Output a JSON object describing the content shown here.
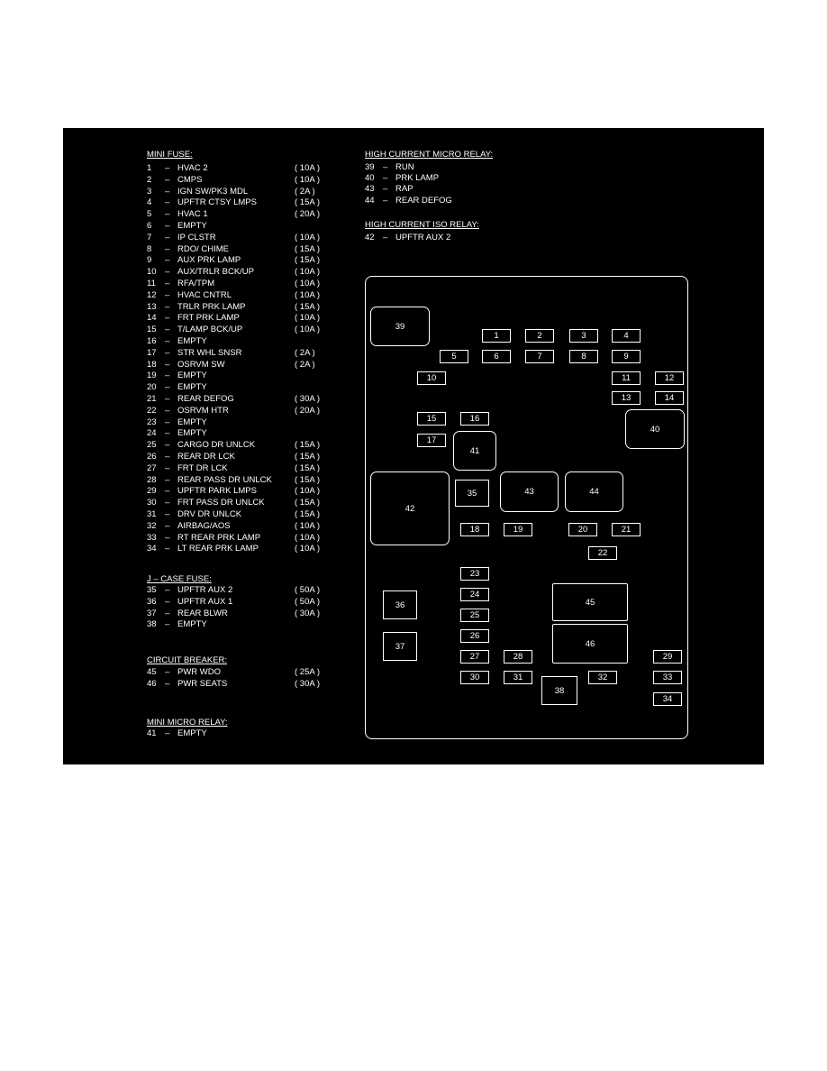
{
  "mini_fuse": {
    "title": "MINI FUSE:",
    "items": [
      {
        "num": "1",
        "dash": "–",
        "name": "HVAC 2",
        "amp": "( 10A )"
      },
      {
        "num": "2",
        "dash": "–",
        "name": "CMPS",
        "amp": "( 10A )"
      },
      {
        "num": "3",
        "dash": "–",
        "name": "IGN SW/PK3 MDL",
        "amp": "( 2A )"
      },
      {
        "num": "4",
        "dash": "–",
        "name": "UPFTR CTSY LMPS",
        "amp": "( 15A )"
      },
      {
        "num": "5",
        "dash": "–",
        "name": "HVAC 1",
        "amp": "( 20A )"
      },
      {
        "num": "6",
        "dash": "–",
        "name": "EMPTY",
        "amp": ""
      },
      {
        "num": "7",
        "dash": "–",
        "name": "IP CLSTR",
        "amp": "( 10A )"
      },
      {
        "num": "8",
        "dash": "–",
        "name": "RDO/ CHIME",
        "amp": "( 15A )"
      },
      {
        "num": "9",
        "dash": "–",
        "name": "AUX PRK LAMP",
        "amp": "( 15A )"
      },
      {
        "num": "10",
        "dash": "–",
        "name": "AUX/TRLR BCK/UP",
        "amp": "( 10A )"
      },
      {
        "num": "11",
        "dash": "–",
        "name": "RFA/TPM",
        "amp": "( 10A )"
      },
      {
        "num": "12",
        "dash": "–",
        "name": "HVAC CNTRL",
        "amp": "( 10A )"
      },
      {
        "num": "13",
        "dash": "–",
        "name": "TRLR PRK LAMP",
        "amp": "( 15A )"
      },
      {
        "num": "14",
        "dash": "–",
        "name": "FRT PRK LAMP",
        "amp": "( 10A )"
      },
      {
        "num": "15",
        "dash": "–",
        "name": "T/LAMP BCK/UP",
        "amp": "( 10A )"
      },
      {
        "num": "16",
        "dash": "–",
        "name": "EMPTY",
        "amp": ""
      },
      {
        "num": "17",
        "dash": "–",
        "name": "STR WHL SNSR",
        "amp": "( 2A )"
      },
      {
        "num": "18",
        "dash": "–",
        "name": "OSRVM SW",
        "amp": "( 2A )"
      },
      {
        "num": "19",
        "dash": "–",
        "name": "EMPTY",
        "amp": ""
      },
      {
        "num": "20",
        "dash": "–",
        "name": "EMPTY",
        "amp": ""
      },
      {
        "num": "21",
        "dash": "–",
        "name": "REAR DEFOG",
        "amp": "( 30A )"
      },
      {
        "num": "22",
        "dash": "–",
        "name": "OSRVM HTR",
        "amp": "( 20A )"
      },
      {
        "num": "23",
        "dash": "–",
        "name": "EMPTY",
        "amp": ""
      },
      {
        "num": "24",
        "dash": "–",
        "name": "EMPTY",
        "amp": ""
      },
      {
        "num": "25",
        "dash": "–",
        "name": "CARGO DR UNLCK",
        "amp": "( 15A )"
      },
      {
        "num": "26",
        "dash": "–",
        "name": "REAR DR LCK",
        "amp": "( 15A )"
      },
      {
        "num": "27",
        "dash": "–",
        "name": "FRT DR LCK",
        "amp": "( 15A )"
      },
      {
        "num": "28",
        "dash": "–",
        "name": "REAR PASS DR UNLCK",
        "amp": "( 15A )"
      },
      {
        "num": "29",
        "dash": "–",
        "name": "UPFTR PARK LMPS",
        "amp": "( 10A )"
      },
      {
        "num": "30",
        "dash": "–",
        "name": "FRT PASS DR UNLCK",
        "amp": "( 15A )"
      },
      {
        "num": "31",
        "dash": "–",
        "name": "DRV DR UNLCK",
        "amp": "( 15A )"
      },
      {
        "num": "32",
        "dash": "–",
        "name": "AIRBAG/AOS",
        "amp": "( 10A )"
      },
      {
        "num": "33",
        "dash": "–",
        "name": "RT REAR PRK LAMP",
        "amp": "( 10A )"
      },
      {
        "num": "34",
        "dash": "–",
        "name": "LT REAR PRK LAMP",
        "amp": "( 10A )"
      }
    ]
  },
  "j_case_fuse": {
    "title": "J – CASE FUSE:",
    "items": [
      {
        "num": "35",
        "dash": "–",
        "name": "UPFTR AUX 2",
        "amp": "( 50A )"
      },
      {
        "num": "36",
        "dash": "–",
        "name": "UPFTR AUX 1",
        "amp": "( 50A )"
      },
      {
        "num": "37",
        "dash": "–",
        "name": "REAR BLWR",
        "amp": "( 30A )"
      },
      {
        "num": "38",
        "dash": "–",
        "name": "EMPTY",
        "amp": ""
      }
    ]
  },
  "circuit_breaker": {
    "title": "CIRCUIT BREAKER:",
    "items": [
      {
        "num": "45",
        "dash": "–",
        "name": "PWR WDO",
        "amp": "( 25A )"
      },
      {
        "num": "46",
        "dash": "–",
        "name": "PWR SEATS",
        "amp": "( 30A )"
      }
    ]
  },
  "mini_micro_relay": {
    "title": "MINI MICRO RELAY:",
    "items": [
      {
        "num": "41",
        "dash": "–",
        "name": "EMPTY",
        "amp": ""
      }
    ]
  },
  "high_current_micro_relay": {
    "title": "HIGH CURRENT MICRO RELAY:",
    "items": [
      {
        "num": "39",
        "dash": "–",
        "name": "RUN"
      },
      {
        "num": "40",
        "dash": "–",
        "name": "PRK LAMP"
      },
      {
        "num": "43",
        "dash": "–",
        "name": "RAP"
      },
      {
        "num": "44",
        "dash": "–",
        "name": "REAR DEFOG"
      }
    ]
  },
  "high_current_iso_relay": {
    "title": "HIGH CURRENT ISO RELAY:",
    "items": [
      {
        "num": "42",
        "dash": "–",
        "name": "UPFTR AUX 2"
      }
    ]
  },
  "fuse_block": {
    "cells": [
      {
        "label": "39",
        "kind": "relay"
      },
      {
        "label": "1",
        "kind": "fuse"
      },
      {
        "label": "2",
        "kind": "fuse"
      },
      {
        "label": "3",
        "kind": "fuse"
      },
      {
        "label": "4",
        "kind": "fuse"
      },
      {
        "label": "5",
        "kind": "fuse"
      },
      {
        "label": "6",
        "kind": "fuse"
      },
      {
        "label": "7",
        "kind": "fuse"
      },
      {
        "label": "8",
        "kind": "fuse"
      },
      {
        "label": "9",
        "kind": "fuse"
      },
      {
        "label": "10",
        "kind": "fuse"
      },
      {
        "label": "11",
        "kind": "fuse"
      },
      {
        "label": "12",
        "kind": "fuse"
      },
      {
        "label": "13",
        "kind": "fuse"
      },
      {
        "label": "14",
        "kind": "fuse"
      },
      {
        "label": "15",
        "kind": "fuse"
      },
      {
        "label": "16",
        "kind": "fuse"
      },
      {
        "label": "40",
        "kind": "relay"
      },
      {
        "label": "17",
        "kind": "fuse"
      },
      {
        "label": "41",
        "kind": "relay"
      },
      {
        "label": "42",
        "kind": "relay"
      },
      {
        "label": "35",
        "kind": "jcase"
      },
      {
        "label": "43",
        "kind": "relay"
      },
      {
        "label": "44",
        "kind": "relay"
      },
      {
        "label": "18",
        "kind": "fuse"
      },
      {
        "label": "19",
        "kind": "fuse"
      },
      {
        "label": "20",
        "kind": "fuse"
      },
      {
        "label": "21",
        "kind": "fuse"
      },
      {
        "label": "22",
        "kind": "fuse"
      },
      {
        "label": "23",
        "kind": "fuse"
      },
      {
        "label": "24",
        "kind": "fuse"
      },
      {
        "label": "36",
        "kind": "jcase"
      },
      {
        "label": "25",
        "kind": "fuse"
      },
      {
        "label": "45",
        "kind": "breaker"
      },
      {
        "label": "26",
        "kind": "fuse"
      },
      {
        "label": "37",
        "kind": "jcase"
      },
      {
        "label": "46",
        "kind": "breaker"
      },
      {
        "label": "27",
        "kind": "fuse"
      },
      {
        "label": "28",
        "kind": "fuse"
      },
      {
        "label": "29",
        "kind": "fuse"
      },
      {
        "label": "30",
        "kind": "fuse"
      },
      {
        "label": "31",
        "kind": "fuse"
      },
      {
        "label": "38",
        "kind": "jcase"
      },
      {
        "label": "32",
        "kind": "fuse"
      },
      {
        "label": "33",
        "kind": "fuse"
      },
      {
        "label": "34",
        "kind": "fuse"
      }
    ]
  }
}
